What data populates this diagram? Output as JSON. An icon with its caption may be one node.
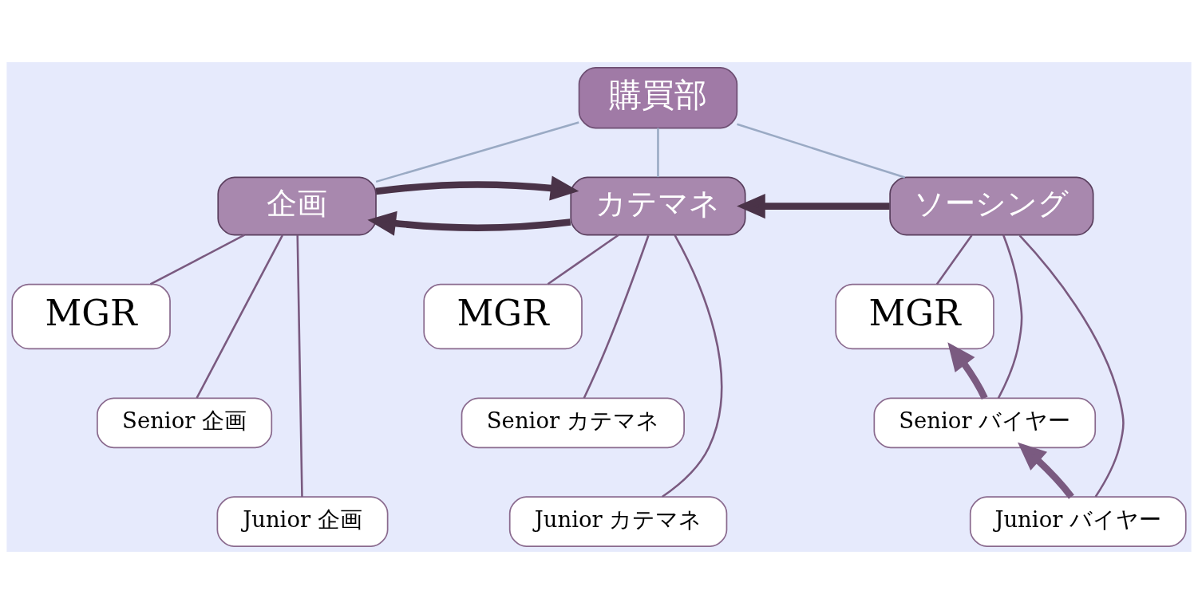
{
  "diagram": {
    "nodes": [
      {
        "text": [
          "購買部"
        ]
      },
      {
        "text": [
          "企画"
        ]
      },
      {
        "text": [
          "カテマネ"
        ]
      },
      {
        "text": [
          "ソーシング"
        ]
      },
      {
        "text": [
          "MGR"
        ]
      },
      {
        "text": [
          "Senior 企画"
        ]
      },
      {
        "text": [
          "Junior 企画"
        ]
      },
      {
        "text": [
          "MGR"
        ]
      },
      {
        "text": [
          "Senior カテマネ"
        ]
      },
      {
        "text": [
          "Junior カテマネ"
        ]
      },
      {
        "text": [
          "MGR"
        ]
      },
      {
        "text": [
          "Senior バイヤー"
        ]
      },
      {
        "text": [
          "Junior バイヤー"
        ]
      }
    ],
    "edges": [
      {
        "from": 0,
        "to": 1,
        "arrow": "none",
        "color": "#9aaac4"
      },
      {
        "from": 0,
        "to": 2,
        "arrow": "none",
        "color": "#9aaac4"
      },
      {
        "from": 0,
        "to": 3,
        "arrow": "none",
        "color": "#9aaac4"
      },
      {
        "from": 1,
        "to": 4,
        "arrow": "none"
      },
      {
        "from": 1,
        "to": 5,
        "arrow": "none"
      },
      {
        "from": 1,
        "to": 6,
        "arrow": "none"
      },
      {
        "from": 2,
        "to": 7,
        "arrow": "none"
      },
      {
        "from": 2,
        "to": 8,
        "arrow": "none"
      },
      {
        "from": 2,
        "to": 9,
        "arrow": "none"
      },
      {
        "from": 3,
        "to": 10,
        "arrow": "none"
      },
      {
        "from": 3,
        "to": 11,
        "arrow": "none"
      },
      {
        "from": 3,
        "to": 12,
        "arrow": "none"
      },
      {
        "from": 2,
        "to": 1,
        "arrow": "to",
        "style": "thick",
        "color": "#4a3348"
      },
      {
        "from": 1,
        "to": 2,
        "arrow": "to",
        "style": "thick",
        "color": "#4a3348"
      },
      {
        "from": 3,
        "to": 2,
        "arrow": "to",
        "style": "thick",
        "color": "#4a3348"
      },
      {
        "from": 11,
        "to": 10,
        "arrow": "to",
        "style": "thick",
        "color": "#7a5a80"
      },
      {
        "from": 12,
        "to": 11,
        "arrow": "to",
        "style": "thick",
        "color": "#7a5a80"
      }
    ]
  }
}
